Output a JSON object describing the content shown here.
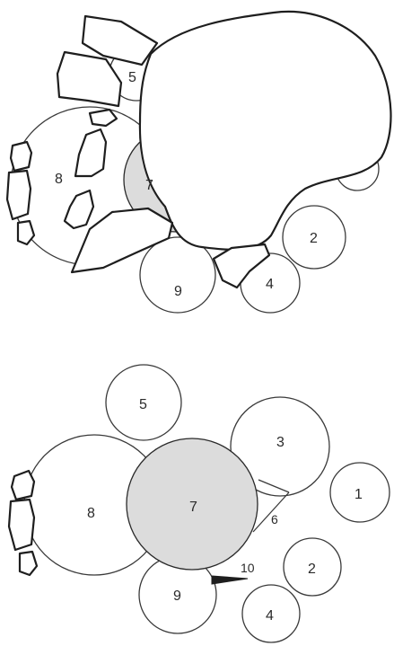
{
  "colors": {
    "line": "#2a2a2a",
    "shaded_fill": "#dcdcdc",
    "background": "#ffffff"
  },
  "top_panel": {
    "labels": {
      "c2": "2",
      "c4": "4",
      "c5": "5",
      "c7": "7",
      "c8": "8",
      "c9": "9"
    }
  },
  "bottom_panel": {
    "labels": {
      "c1": "1",
      "c2": "2",
      "c3": "3",
      "c4": "4",
      "c5": "5",
      "c6": "6",
      "c7": "7",
      "c8": "8",
      "c9": "9",
      "c10": "10"
    }
  }
}
